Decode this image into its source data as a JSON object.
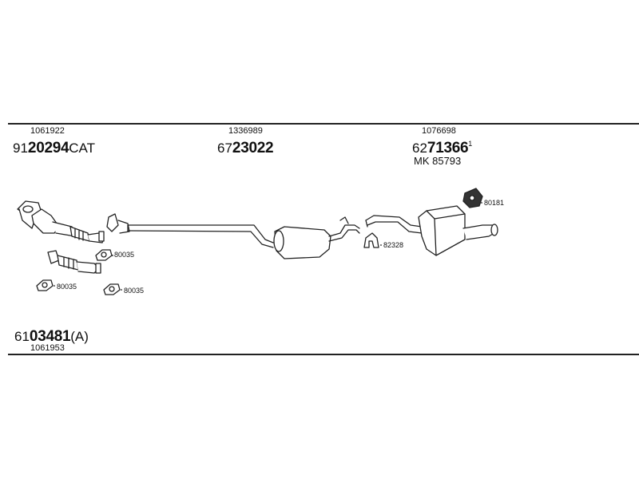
{
  "parts": {
    "catalyst": {
      "ref": "1061922",
      "prefix": "91",
      "main": "20294",
      "suffix": "CAT"
    },
    "middle": {
      "ref": "1336989",
      "prefix": "67",
      "main": "23022"
    },
    "rear": {
      "ref": "1076698",
      "prefix": "62",
      "main": "71366",
      "suffix": "1",
      "kit": "MK 85793"
    },
    "front": {
      "ref": "1061953",
      "prefix": "61",
      "main": "03481",
      "suffix": "(A)"
    }
  },
  "labels": {
    "gasket_1": "80035",
    "gasket_2": "80035",
    "gasket_3": "80035",
    "gasket_4": "80035",
    "clamp": "82328",
    "rubber_mount": "80181"
  },
  "colors": {
    "line": "#222222",
    "text": "#111111"
  }
}
